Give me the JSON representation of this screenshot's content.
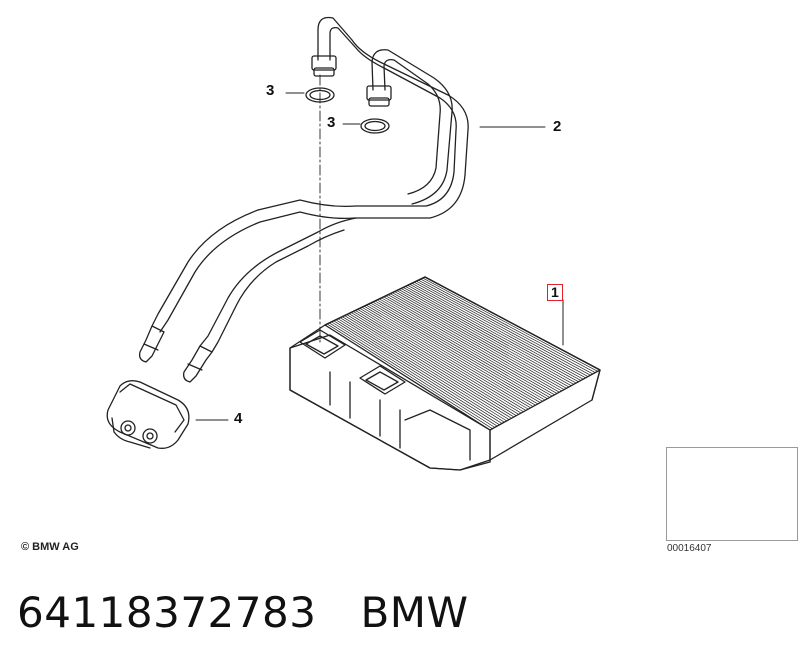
{
  "callouts": [
    {
      "number": "1",
      "highlighted": true
    },
    {
      "number": "2",
      "highlighted": false
    },
    {
      "number": "3",
      "highlighted": false
    },
    {
      "number": "3",
      "highlighted": false
    },
    {
      "number": "4",
      "highlighted": false
    }
  ],
  "copyright": "© BMW AG",
  "figure_number": "00016407",
  "footer": {
    "part_number": "64118372783",
    "brand": "BMW"
  },
  "colors": {
    "line": "#222222",
    "highlight_box": "#e0202a",
    "inset_border": "#9a9a9a"
  }
}
